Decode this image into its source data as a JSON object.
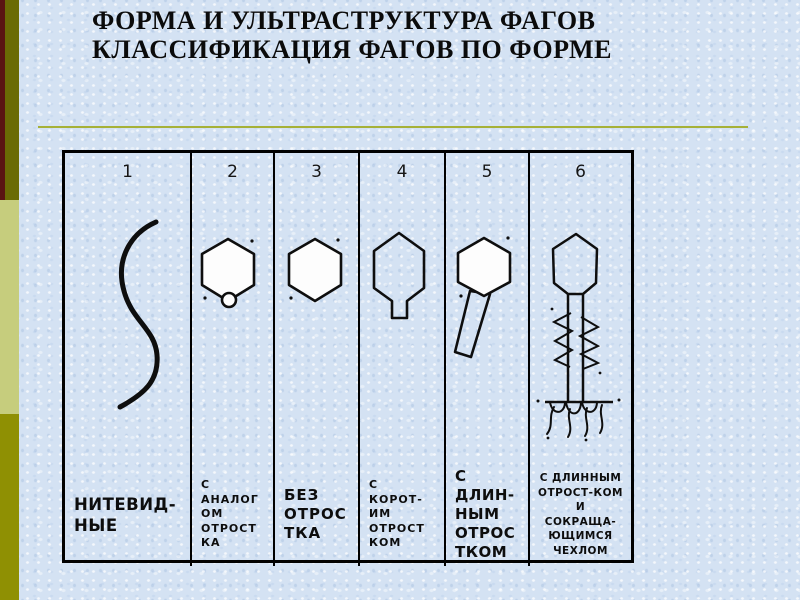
{
  "slide": {
    "title_line1": "ФОРМА И УЛЬТРАСТРУКТУРА ФАГОВ",
    "title_line2": "КЛАССИФИКАЦИЯ ФАГОВ ПО ФОРМЕ"
  },
  "table": {
    "headers": [
      "1",
      "2",
      "3",
      "4",
      "5",
      "6"
    ],
    "labels": [
      "НИТЕВИД-\nНЫЕ",
      "С\nАНАЛОГ\nОМ\nОТРОСТ\nКА",
      "БЕЗ\nОТРОС\nТКА",
      "С\nКОРОТ-\nИМ\nОТРОСТ\nКОМ",
      "С\nДЛИН-\nНЫМ\nОТРОС\nТКОМ",
      "С ДЛИННЫМ\nОТРОСТ-КОМ\nИ\nСОКРАЩА-\nЮЩИМСЯ\nЧЕХЛОМ"
    ],
    "drawing_names": [
      "filamentous-phage-icon",
      "hexagonal-head-with-tail-analog-icon",
      "hexagonal-head-no-tail-icon",
      "hexagonal-head-short-tail-icon",
      "hexagonal-head-long-tail-icon",
      "phage-long-tail-contractile-sheath-icon"
    ]
  },
  "colors": {
    "background": "#d4e2f3",
    "sidebar_maroon": "#5a1412",
    "sidebar_dark_olive": "#6a6b04",
    "sidebar_light_green": "#c6cd7d",
    "sidebar_olive": "#8f9003",
    "divider_olive": "#a6b138",
    "table_line": "#000000",
    "title_text": "#0b0b0b"
  }
}
